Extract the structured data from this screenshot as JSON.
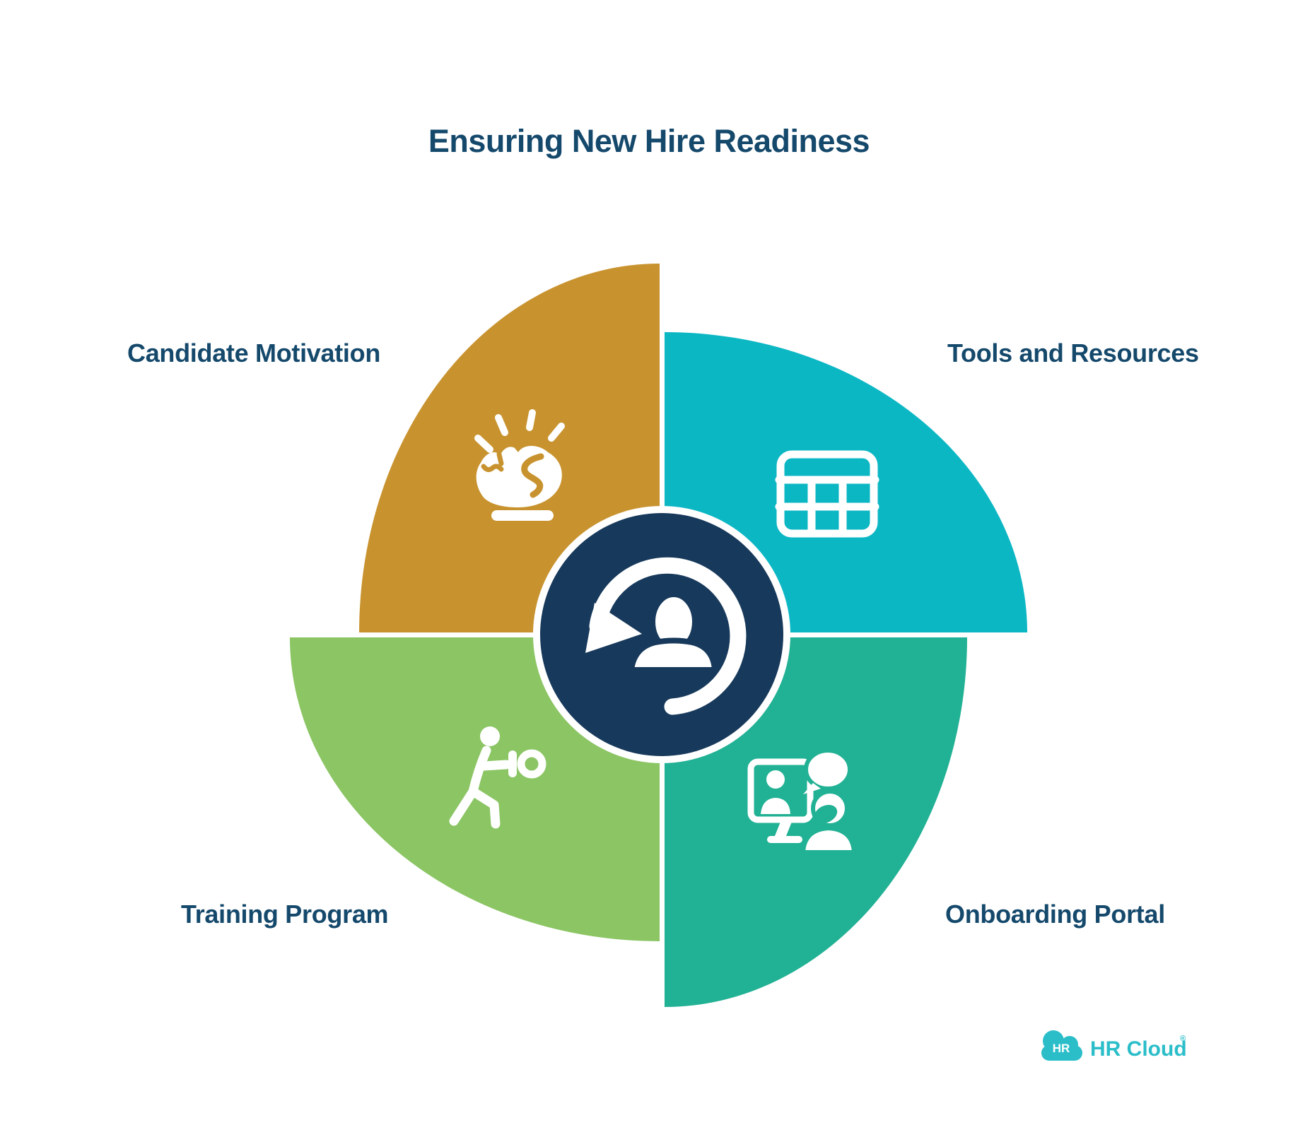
{
  "title": "Ensuring New Hire Readiness",
  "text_color": "#15496C",
  "background_color": "#FFFFFF",
  "center": {
    "icon": "user-rotation-icon",
    "color": "#17395B",
    "ring_color": "#FFFFFF"
  },
  "quadrants": [
    {
      "id": "candidate-motivation",
      "position": "top-left",
      "label": "Candidate Motivation",
      "color": "#C8932F",
      "icon": "raised-fist-rays-icon"
    },
    {
      "id": "tools-and-resources",
      "position": "top-right",
      "label": "Tools and Resources",
      "color": "#0CB7C4",
      "icon": "table-grid-icon"
    },
    {
      "id": "training-program",
      "position": "bottom-left",
      "label": "Training Program",
      "color": "#8BC564",
      "icon": "boxing-training-icon"
    },
    {
      "id": "onboarding-portal",
      "position": "bottom-right",
      "label": "Onboarding Portal",
      "color": "#21B194",
      "icon": "video-call-people-icon"
    }
  ],
  "logo": {
    "badge_text": "HR",
    "brand_text": "HR Cloud",
    "registered_mark": "®",
    "color": "#2BBEC9",
    "badge_text_color": "#FFFFFF"
  }
}
